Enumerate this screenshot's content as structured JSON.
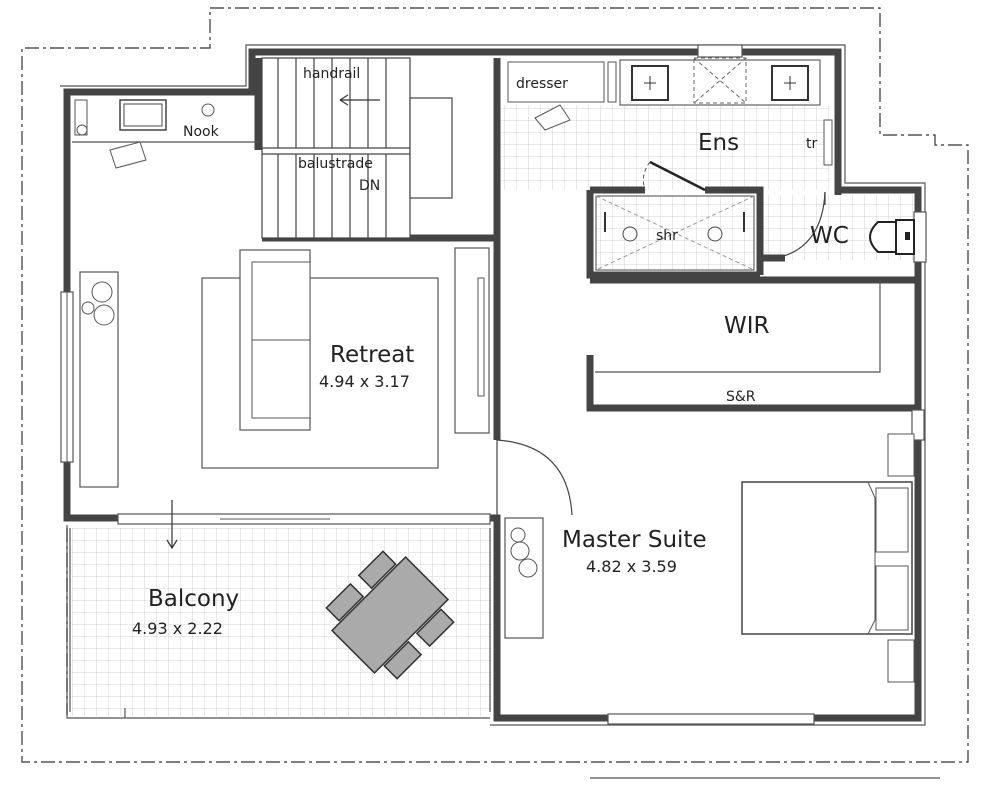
{
  "rooms": {
    "nook": {
      "name": "Nook"
    },
    "retreat": {
      "name": "Retreat",
      "dims": "4.94 x 3.17"
    },
    "ensuite": {
      "name": "Ens"
    },
    "wc": {
      "name": "WC"
    },
    "wir": {
      "name": "WIR"
    },
    "master": {
      "name": "Master Suite",
      "dims": "4.82 x 3.59"
    },
    "balcony": {
      "name": "Balcony",
      "dims": "4.93 x 2.22"
    }
  },
  "annotations": {
    "handrail": "handrail",
    "balustrade": "balustrade",
    "stair_dn": "DN",
    "dresser": "dresser",
    "towel_rail": "tr",
    "shower": "shr",
    "shelf_rail": "S&R"
  }
}
